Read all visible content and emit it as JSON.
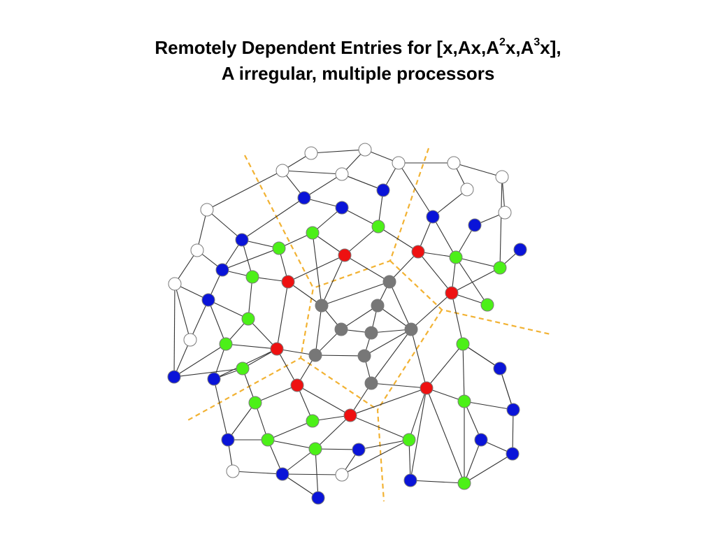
{
  "title": {
    "line1_a": "Remotely Dependent Entries for [x,Ax,A",
    "sup1": "2",
    "line1_b": "x,A",
    "sup2": "3",
    "line1_c": "x],",
    "line2": "A irregular, multiple processors"
  },
  "colors": {
    "white": "#ffffff",
    "blue": "#0a14d8",
    "green": "#4cf018",
    "red": "#ee1111",
    "gray": "#777777",
    "edge": "#333333",
    "boundary": "#f2b233"
  }
}
